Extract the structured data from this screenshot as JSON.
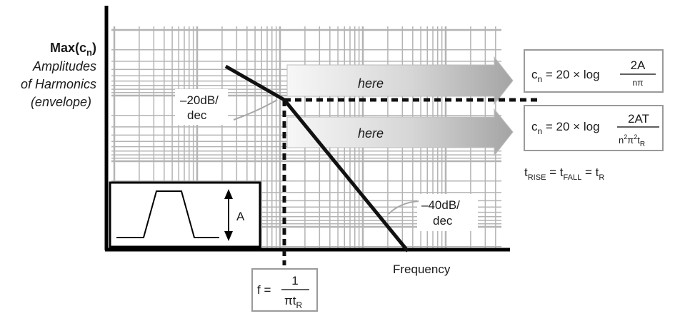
{
  "yaxis": {
    "title": "Max(c",
    "title_sub": "n",
    "title_close": ")",
    "line1": "Amplitudes",
    "line2": "of Harmonics",
    "line3": "(envelope)"
  },
  "xaxis": {
    "label": "Frequency"
  },
  "slopes": {
    "first_line1": "–20dB/",
    "first_line2": "dec",
    "second_line1": "–40dB/",
    "second_line2": "dec"
  },
  "arrows": {
    "upper_label": "here",
    "lower_label": "here"
  },
  "formulas": {
    "upper": {
      "lhs": "c",
      "lhs_sub": "n",
      "middle": " = 20 × log ",
      "numerator": "2A",
      "denominator": "nπ"
    },
    "lower": {
      "lhs": "c",
      "lhs_sub": "n",
      "middle": " = 20 × log ",
      "numerator": "2AT",
      "den_n": "n",
      "den_n_sup": "2",
      "den_pi": "π",
      "den_pi_sup": "2",
      "den_t": "t",
      "den_t_sub": "R"
    },
    "rise_fall": {
      "t1": "t",
      "s1": "RISE",
      "eq1": " = t",
      "s2": "FALL",
      "eq2": " = t",
      "s3": "R"
    },
    "corner": {
      "lhs": "f = ",
      "numerator": "1",
      "den": "πt",
      "den_sub": "R"
    }
  },
  "inset": {
    "amplitude_label": "A"
  },
  "colors": {
    "grid": "#b4b4b4",
    "axis": "#000000",
    "envelope": "#111111",
    "arrow_light": "#f2f2f2",
    "arrow_dark": "#a8a8a8",
    "box_border": "#9a9a9a"
  }
}
